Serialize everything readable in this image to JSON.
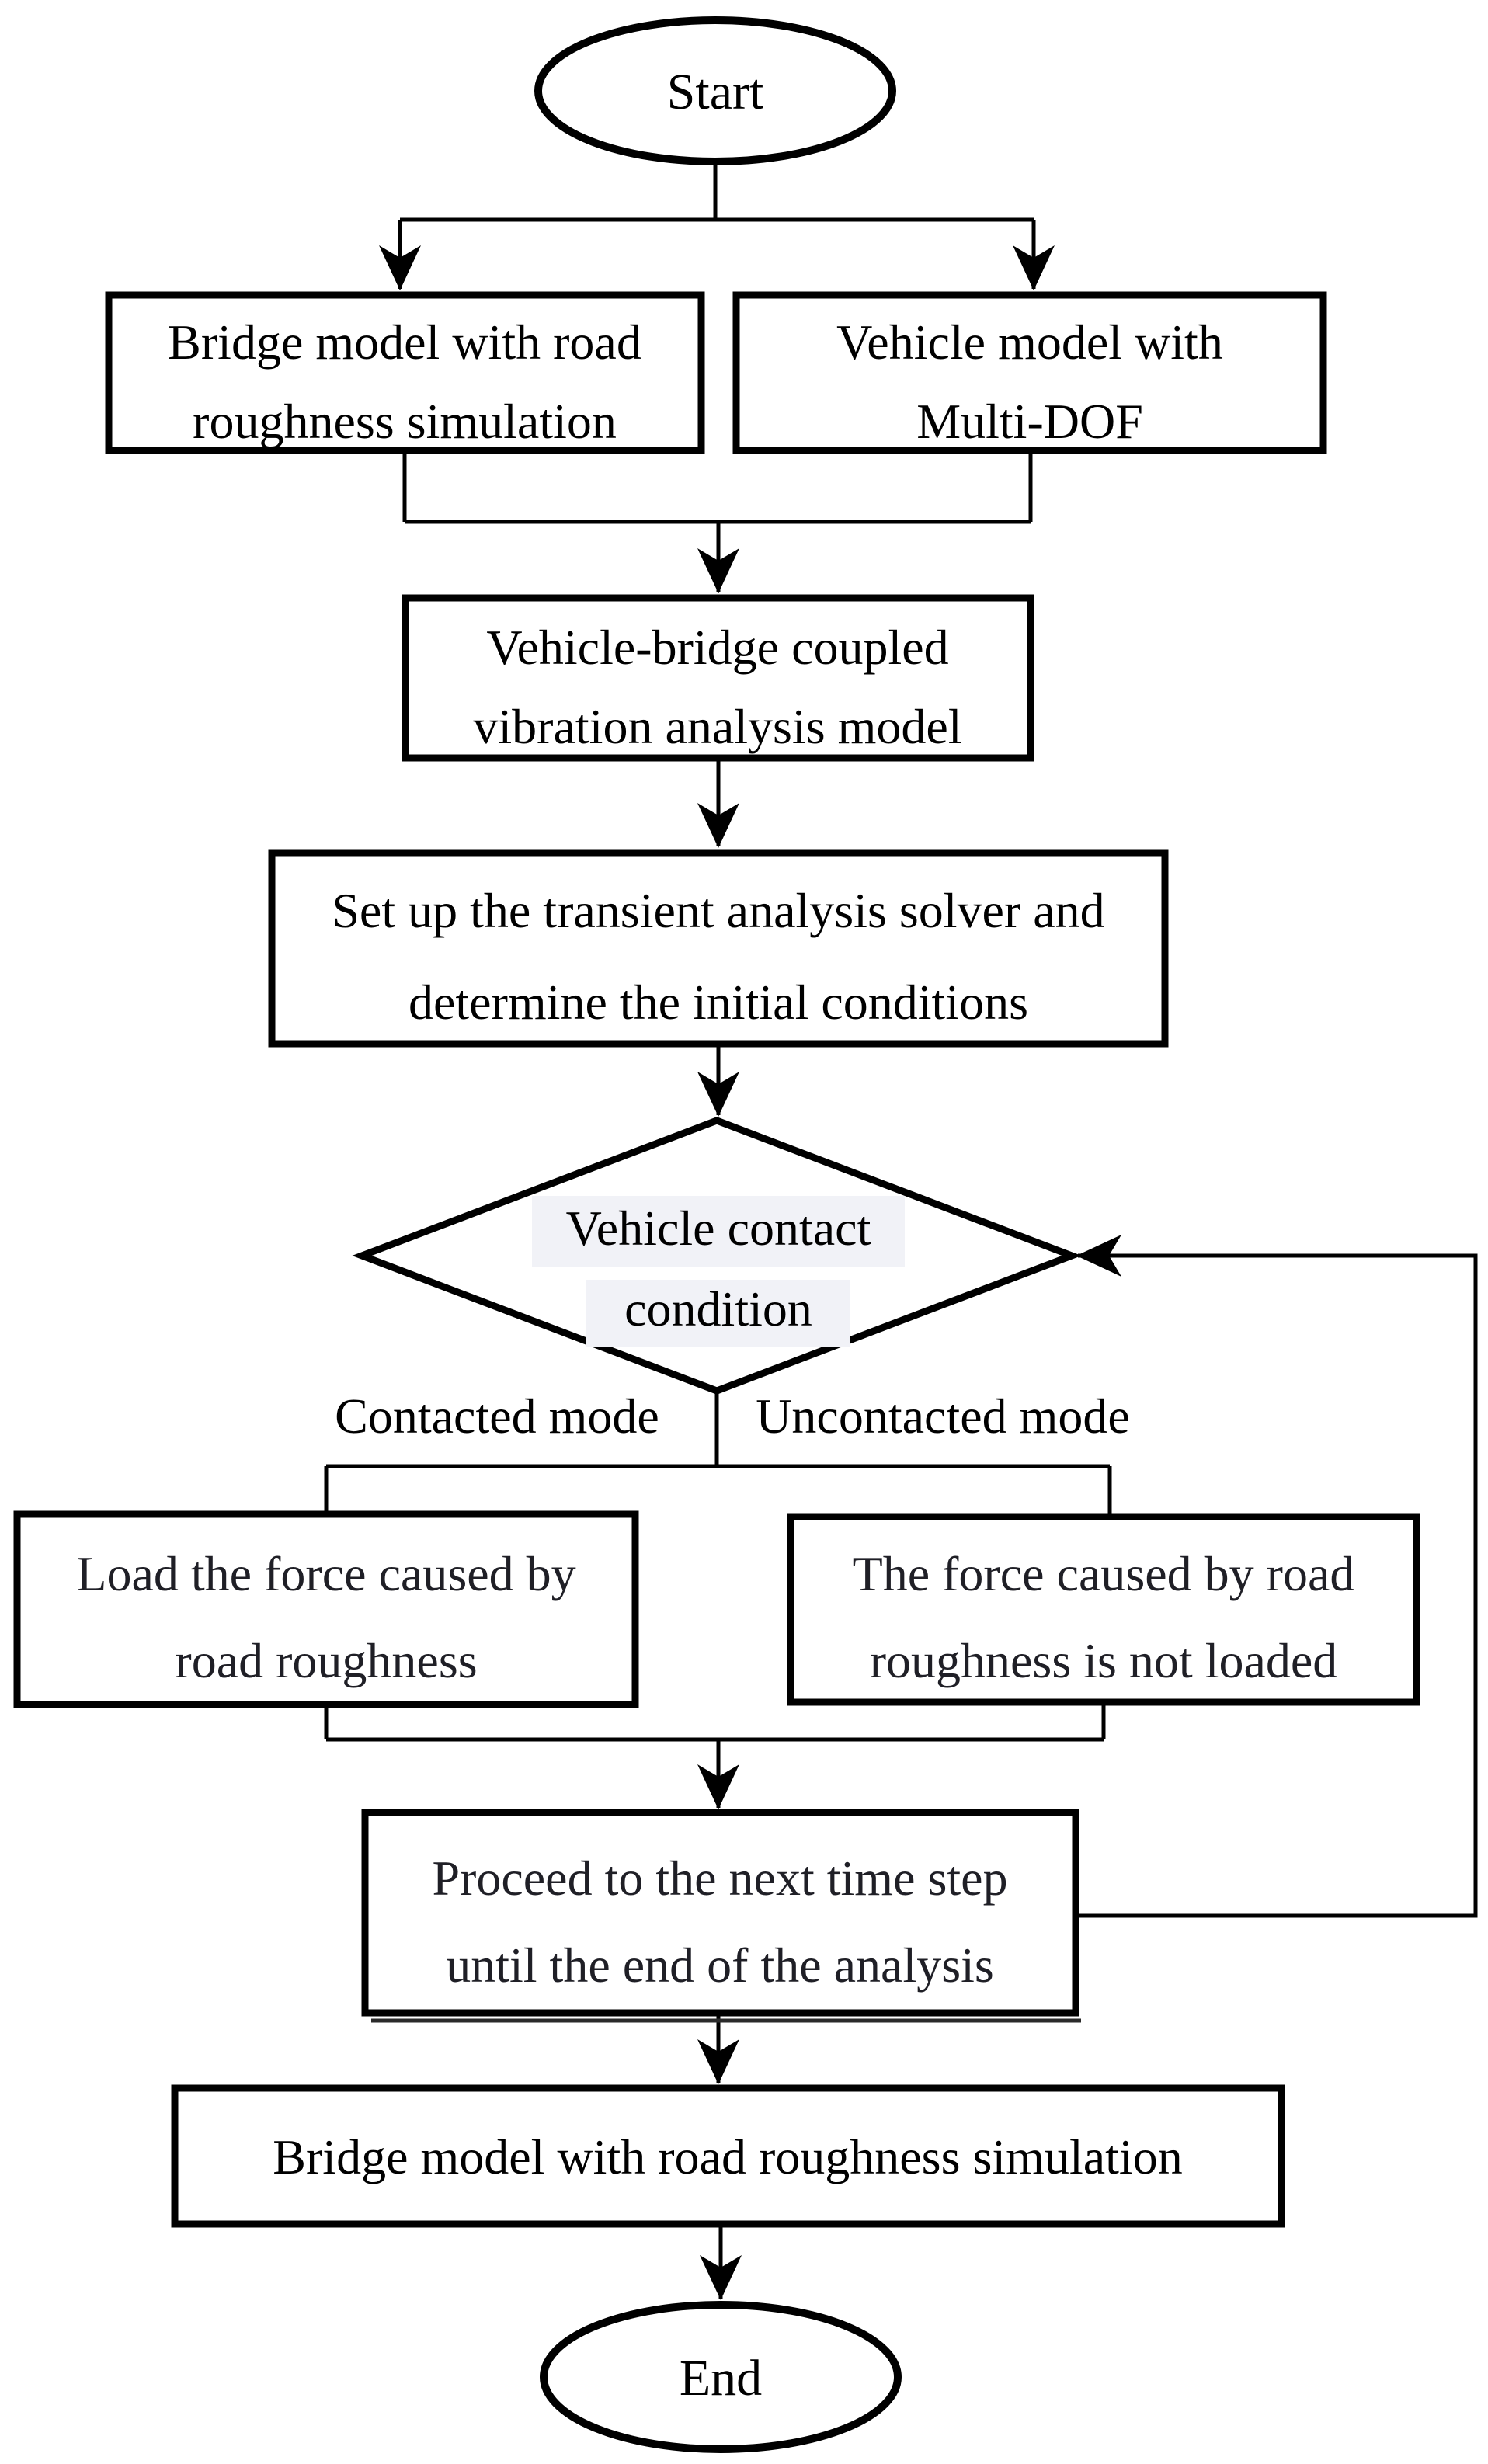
{
  "diagram": {
    "background_color": "#ffffff",
    "line_color": "#000000",
    "text_color": "#000000",
    "soft_text_color": "#1f1f26",
    "highlight_fill": "#f1f2f7",
    "nodes": {
      "start": {
        "shape": "ellipse",
        "label": "Start"
      },
      "bridge_model": {
        "shape": "rect",
        "lines": [
          "Bridge model with road",
          "roughness simulation"
        ]
      },
      "vehicle_model": {
        "shape": "rect",
        "lines": [
          "Vehicle model with",
          "Multi-DOF"
        ]
      },
      "coupled_model": {
        "shape": "rect",
        "lines": [
          "Vehicle-bridge coupled",
          "vibration analysis model"
        ]
      },
      "solver_setup": {
        "shape": "rect",
        "lines": [
          "Set up the transient analysis solver and",
          "determine the initial conditions"
        ]
      },
      "contact_condition": {
        "shape": "diamond",
        "lines": [
          "Vehicle contact",
          "condition"
        ]
      },
      "load_force": {
        "shape": "rect",
        "lines": [
          "Load the force caused by",
          "road roughness"
        ]
      },
      "force_not_loaded": {
        "shape": "rect",
        "lines": [
          "The force caused by road",
          "roughness is not loaded"
        ]
      },
      "next_time_step": {
        "shape": "rect",
        "lines": [
          "Proceed to the next time step",
          "until the end of the analysis"
        ]
      },
      "bridge_roughness_sim": {
        "shape": "rect",
        "label": "Bridge model with road roughness simulation"
      },
      "end": {
        "shape": "ellipse",
        "label": "End"
      }
    },
    "edge_labels": {
      "contacted": "Contacted mode",
      "uncontacted": "Uncontacted mode"
    }
  }
}
